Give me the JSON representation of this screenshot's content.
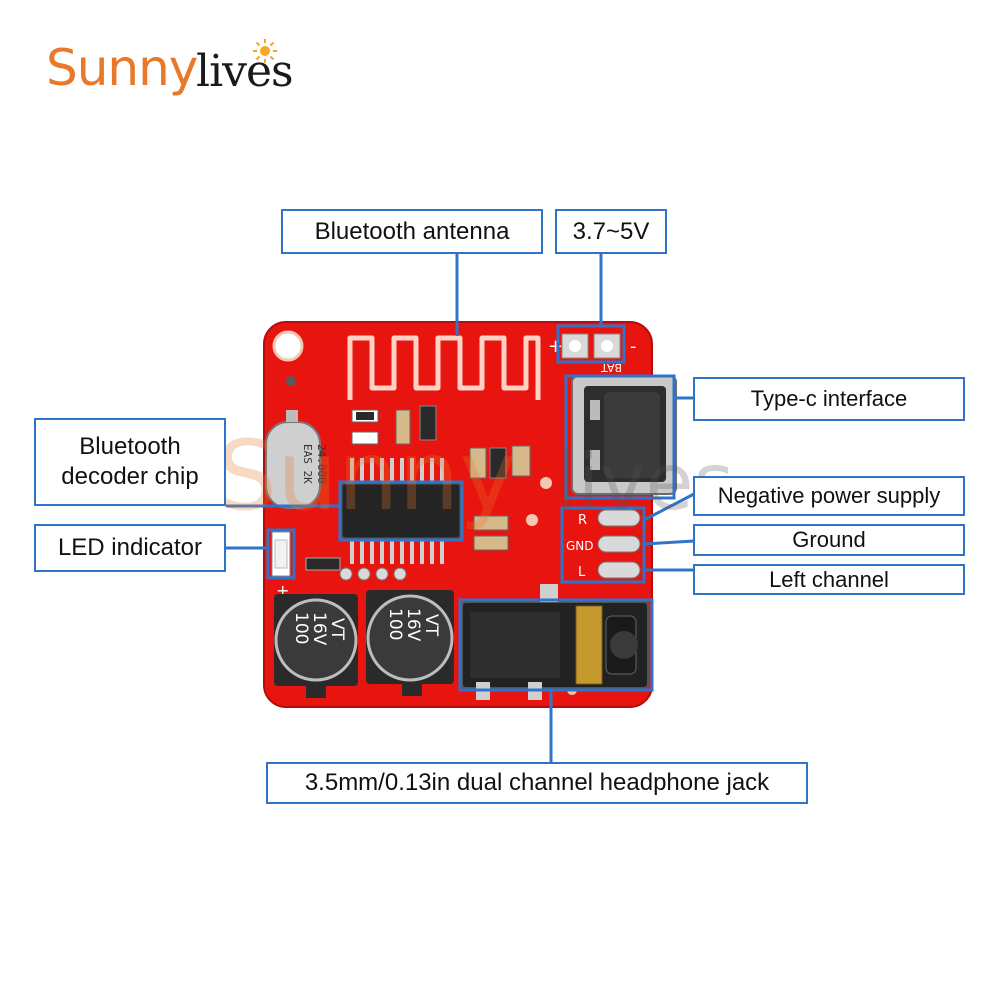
{
  "brand": {
    "name_part1": "Sunny",
    "name_part2": "lives",
    "color": "#e8782a"
  },
  "board": {
    "color": "#e8140f",
    "crystal_text_line1": "24.000",
    "crystal_text_line2": "EAS 2K",
    "cap_left": {
      "line1": "100",
      "line2": "16V",
      "line3": "VT"
    },
    "cap_right": {
      "line1": "100",
      "line2": "16V",
      "line3": "VT"
    },
    "silk_bat": "BAT",
    "silk_r": "R",
    "silk_gnd": "GND",
    "silk_l": "L",
    "silk_plus": "+",
    "silk_minus": "-"
  },
  "labels": {
    "antenna": "Bluetooth antenna",
    "voltage": "3.7~5V",
    "typec": "Type-c interface",
    "decoder": "Bluetooth\ndecoder chip",
    "negative": "Negative power supply",
    "ground": "Ground",
    "led": "LED indicator",
    "left_channel": "Left channel",
    "jack": "3.5mm/0.13in dual channel headphone jack"
  },
  "leader_color": "#2f74c8"
}
